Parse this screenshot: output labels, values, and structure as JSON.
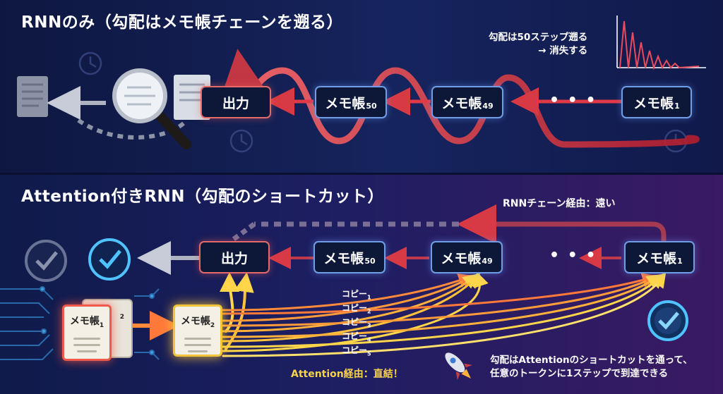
{
  "top": {
    "title": "RNNのみ（勾配はメモ帳チェーンを遡る）",
    "output_label": "出力",
    "memo_label": "メモ帳",
    "memo50_sub": "50",
    "memo49_sub": "49",
    "memo1_sub": "1",
    "ellipsis": "• • •",
    "note_line1": "勾配は50ステップ遡る",
    "note_line2": "→ 消失する"
  },
  "bottom": {
    "title": "Attention付きRNN（勾配のショートカット）",
    "output_label": "出力",
    "memo_label": "メモ帳",
    "memo50_sub": "50",
    "memo49_sub": "49",
    "memo1_sub": "1",
    "ellipsis": "• • •",
    "chain_note": "RNNチェーン経由：遠い",
    "copies": [
      {
        "label": "コピー",
        "sub": "1"
      },
      {
        "label": "コピー",
        "sub": "2"
      },
      {
        "label": "コピー",
        "sub": "3"
      },
      {
        "label": "コピー",
        "sub": "4"
      },
      {
        "label": "コピー",
        "sub": "5"
      }
    ],
    "card_front": {
      "label": "メモ帳",
      "sub": "1"
    },
    "card_back_sub": "2",
    "card_active": {
      "label": "メモ帳",
      "sub": "2"
    },
    "attention_note": "Attention経由：直結！",
    "summary_line1": "勾配はAttentionのショートカットを通って、",
    "summary_line2": "任意のトークンに1ステップで到達できる"
  },
  "colors": {
    "accent_red": "#e84a4a",
    "accent_gold": "#f7d34a",
    "node_border": "#6f9de6",
    "check_blue": "#4fc3ff"
  },
  "icons": [
    "clock-icon",
    "document-icon",
    "magnifier-icon",
    "decay-chart-icon",
    "check-badge-icon",
    "rocket-icon",
    "chip-circuit-icon"
  ]
}
